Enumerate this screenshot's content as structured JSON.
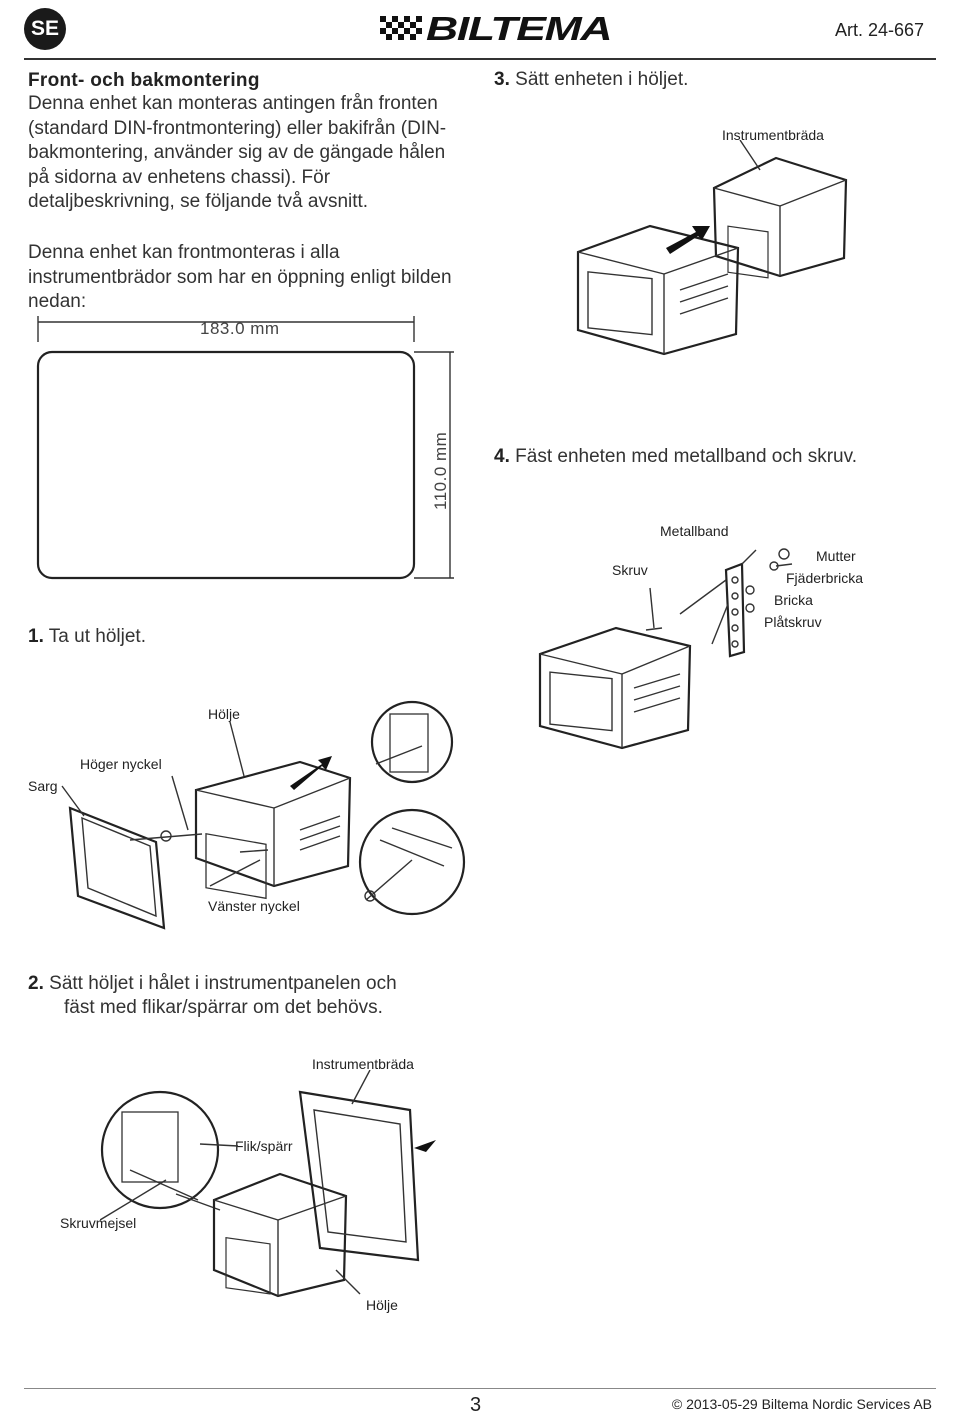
{
  "header": {
    "lang": "SE",
    "brand": "BILTEMA",
    "article": "Art. 24-667"
  },
  "intro": {
    "title": "Front- och bakmontering",
    "text": "Denna enhet kan monteras antingen från fronten (standard DIN-frontmontering) eller bakifrån (DIN-bakmontering, använder sig av de gängade hålen på sidorna av enhetens chassi). För detaljbeskrivning, se följande två avsnitt.",
    "front_text": "Denna enhet kan frontmonteras i alla instrumentbrädor som har en öppning enligt bilden nedan:"
  },
  "opening": {
    "width_label": "183.0 mm",
    "height_label": "110.0 mm"
  },
  "steps": {
    "s1": {
      "num": "1.",
      "text": "Ta ut höljet."
    },
    "s2": {
      "num": "2.",
      "text": "Sätt höljet i hålet i instrumentpanelen och",
      "text2": "fäst med flikar/spärrar om det behövs."
    },
    "s3": {
      "num": "3.",
      "text": "Sätt enheten i höljet."
    },
    "s4": {
      "num": "4.",
      "text": "Fäst enheten med metallband och skruv."
    }
  },
  "labels": {
    "instrumentbrada_3": "Instrumentbräda",
    "holje_1": "Hölje",
    "sarg": "Sarg",
    "hoger_nyckel": "Höger nyckel",
    "vanster_nyckel": "Vänster nyckel",
    "metallband": "Metallband",
    "skruv": "Skruv",
    "mutter": "Mutter",
    "fjaderbricka": "Fjäderbricka",
    "bricka": "Bricka",
    "platskruv": "Plåtskruv",
    "instrumentbrada_2": "Instrumentbräda",
    "flik_sparr": "Flik/spärr",
    "skruvmejsel": "Skruvmejsel",
    "holje_2": "Hölje"
  },
  "footer": {
    "page": "3",
    "copyright": "© 2013-05-29 Biltema Nordic Services AB"
  }
}
